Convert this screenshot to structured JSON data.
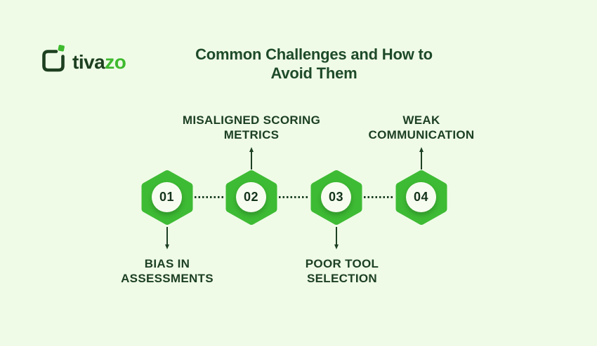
{
  "colors": {
    "background": "#EFFBE7",
    "hexagon": "#3EBB34",
    "heading_text": "#1E4A29",
    "label_text": "#1D4023",
    "number_text": "#14331B",
    "logo_dark": "#1D4020",
    "logo_accent": "#3EBA2E",
    "circle_fill": "#F7FCF0"
  },
  "logo": {
    "icon": "tivazo-mark-icon",
    "brand_prefix": "tiva",
    "brand_suffix": "zo"
  },
  "title": {
    "line1": "Common Challenges and How to",
    "line2": "Avoid Them"
  },
  "steps": [
    {
      "number": "01",
      "label_lines": [
        "BIAS IN",
        "ASSESSMENTS"
      ],
      "label_position": "below"
    },
    {
      "number": "02",
      "label_lines": [
        "MISALIGNED SCORING",
        "METRICS"
      ],
      "label_position": "above"
    },
    {
      "number": "03",
      "label_lines": [
        "POOR TOOL",
        "SELECTION"
      ],
      "label_position": "below"
    },
    {
      "number": "04",
      "label_lines": [
        "WEAK",
        "COMMUNICATION"
      ],
      "label_position": "above"
    }
  ]
}
